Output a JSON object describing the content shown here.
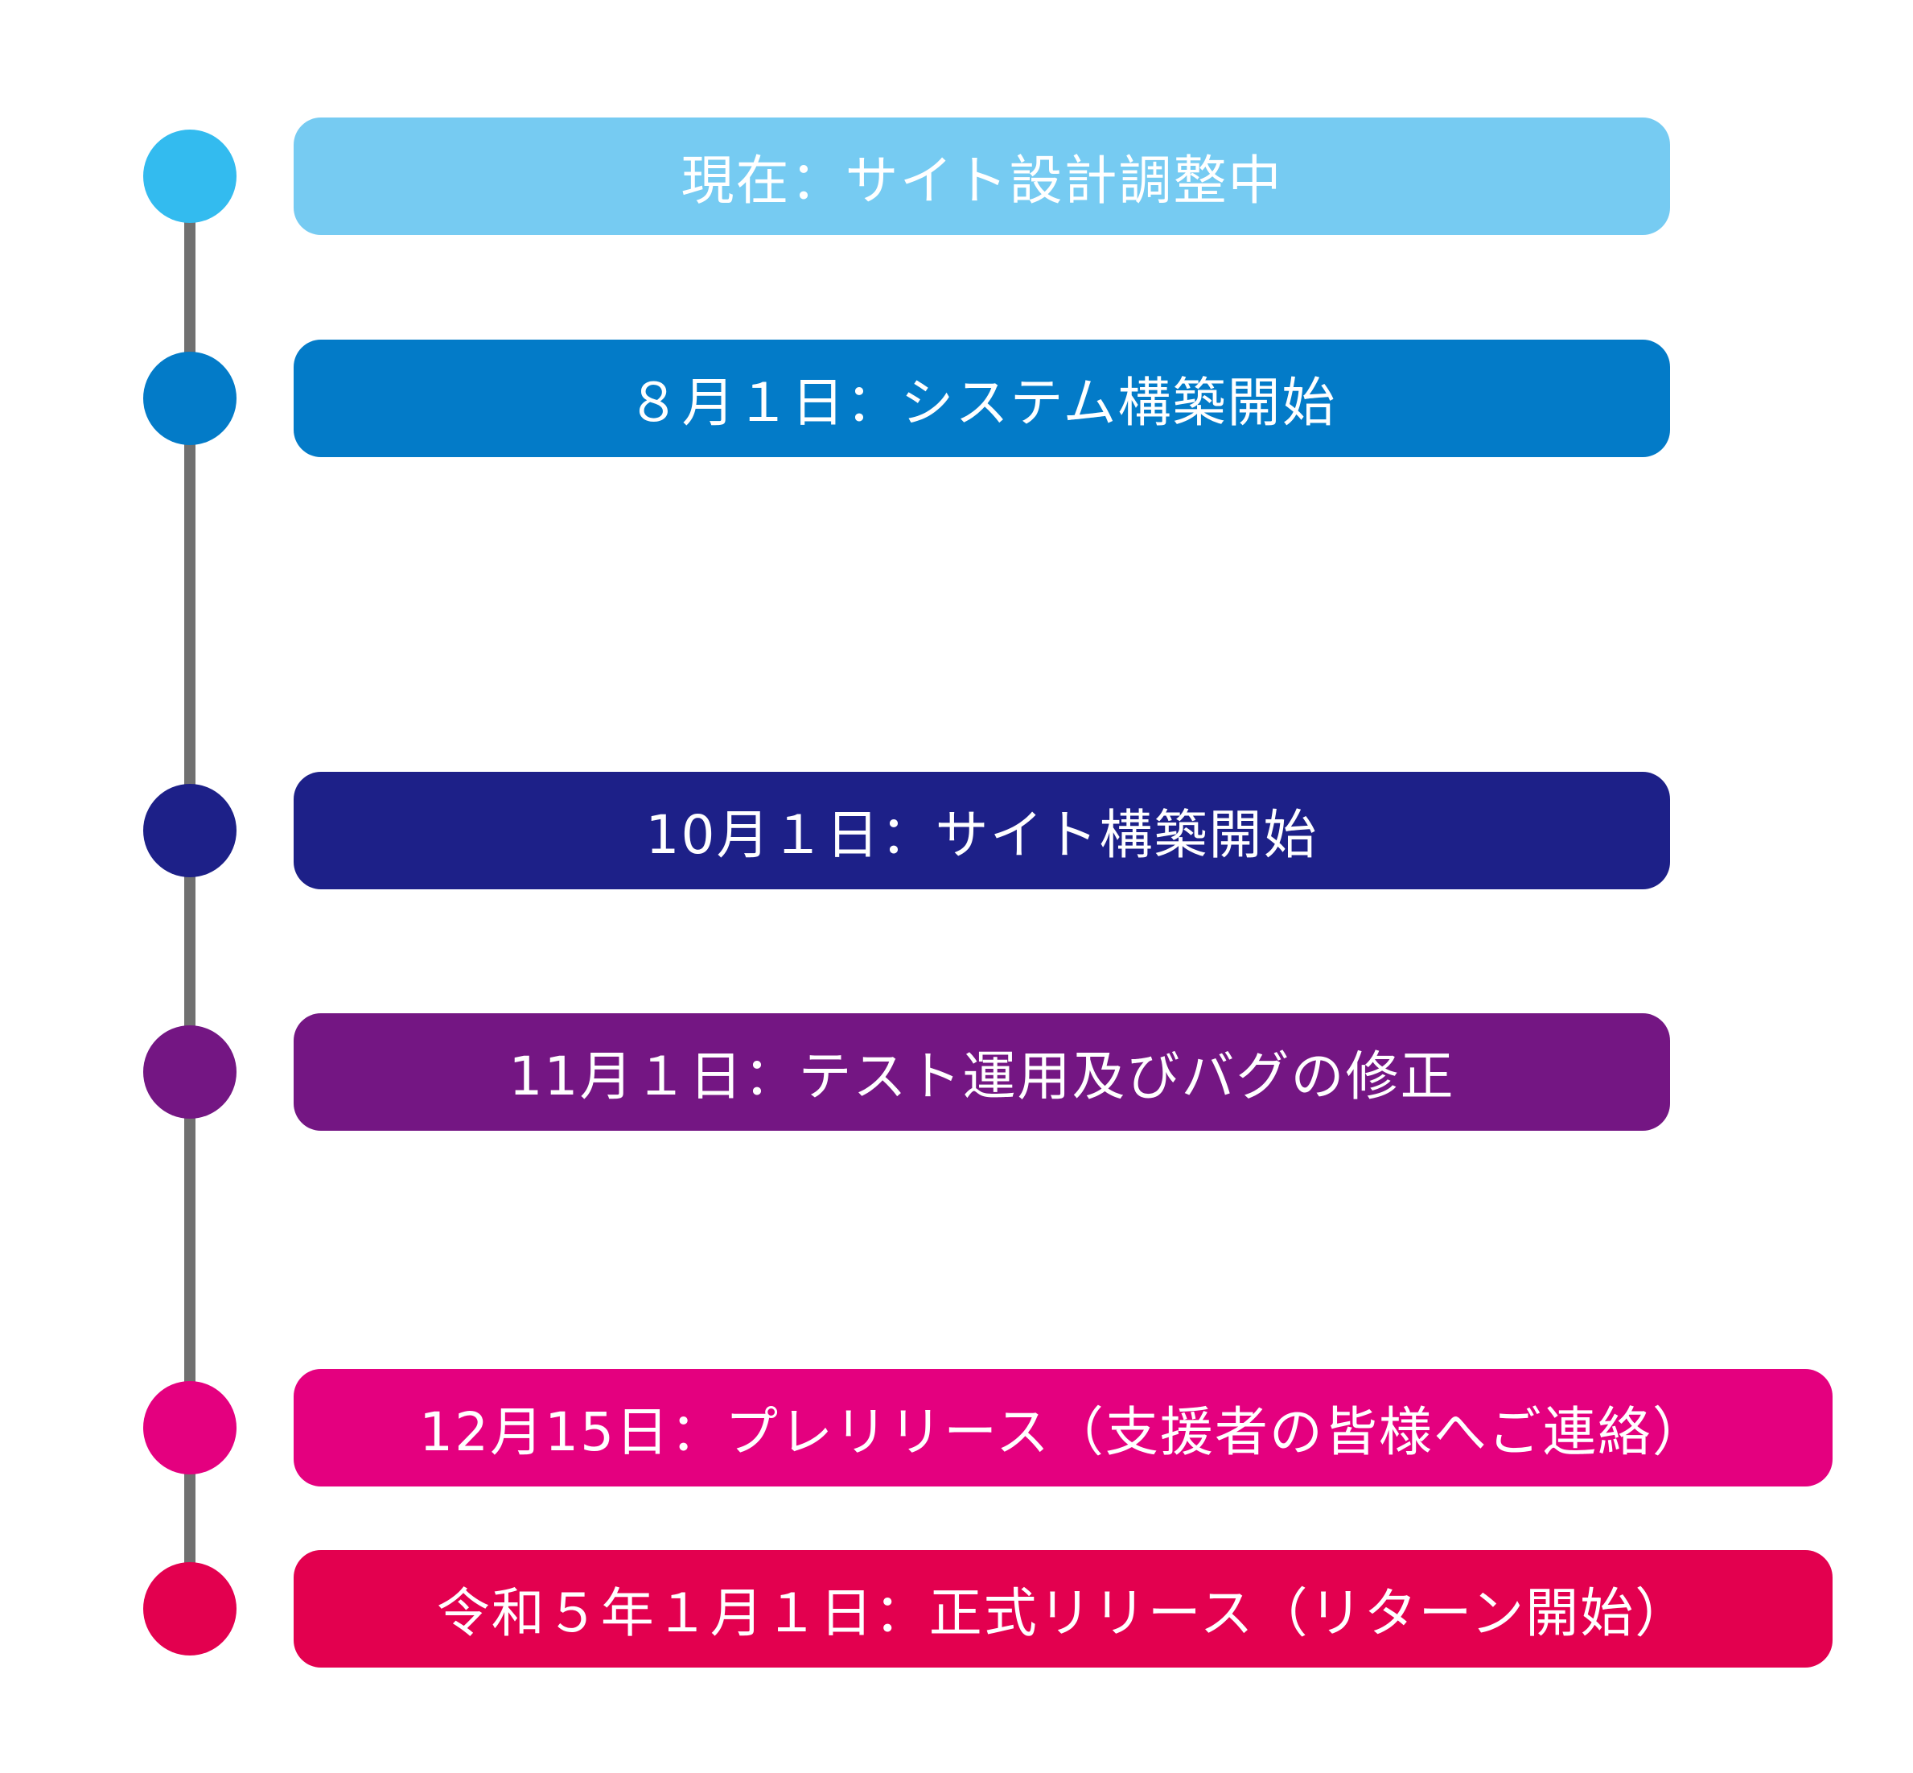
{
  "timeline": [
    {
      "label": "現在：サイト設計調整中",
      "color": "#76cbf2",
      "dot_color": "#33bbef"
    },
    {
      "label": "８月１日：システム構築開始",
      "color": "#037bc8",
      "dot_color": "#037bc8"
    },
    {
      "label": "10月１日：サイト構築開始",
      "color": "#1d2088",
      "dot_color": "#1d2088"
    },
    {
      "label": "11月１日：テスト運用及びバグの修正",
      "color": "#741683",
      "dot_color": "#741683"
    },
    {
      "label": "12月15日：プレリリース（支援者の皆様へご連絡）",
      "color": "#e4007f",
      "dot_color": "#e4007f"
    },
    {
      "label": "令和５年１月１日：正式リリース（リターン開始）",
      "color": "#e3004f",
      "dot_color": "#e3004f"
    }
  ]
}
